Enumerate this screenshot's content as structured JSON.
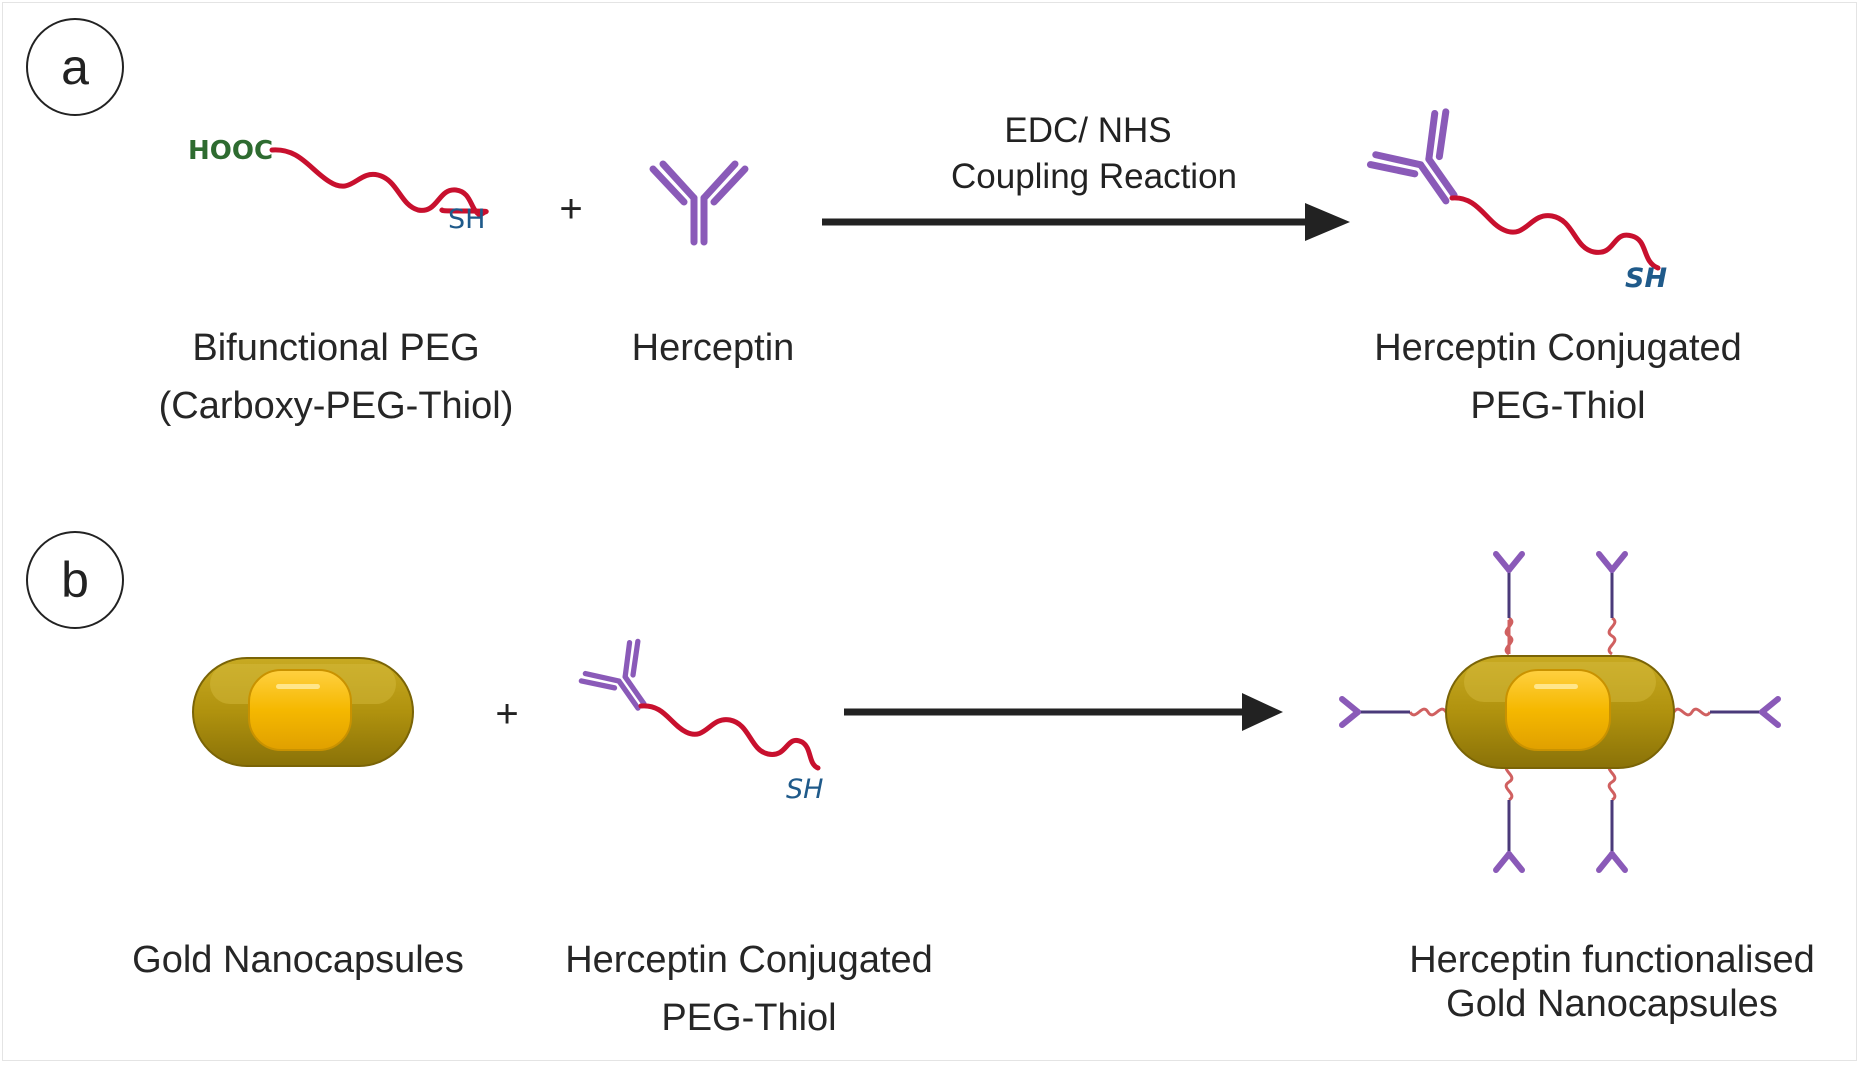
{
  "panels": {
    "a": {
      "badge": "a",
      "peg_cooh": "HOOC",
      "peg_sh": "SH",
      "plus": "+",
      "reagent_line1": "EDC/ NHS",
      "reagent_line2": "Coupling Reaction",
      "product_sh": "SH",
      "label_peg_1": "Bifunctional PEG",
      "label_peg_2": "(Carboxy-PEG-Thiol)",
      "label_herceptin": "Herceptin",
      "label_product_1": "Herceptin Conjugated",
      "label_product_2": "PEG-Thiol"
    },
    "b": {
      "badge": "b",
      "plus": "+",
      "conj_sh": "SH",
      "label_gold": "Gold Nanocapsules",
      "label_conj_1": "Herceptin Conjugated",
      "label_conj_2": "PEG-Thiol",
      "label_product_1": "Herceptin functionalised",
      "label_product_2": "Gold Nanocapsules"
    }
  },
  "colors": {
    "peg_chain": "#c8102e",
    "cooh_text": "#2e6b30",
    "sh_text": "#1f5a8a",
    "antibody": "#8a5ab8",
    "antibody_stem_dark": "#4a3a7a",
    "linker_light": "#d06060",
    "arrow": "#222222",
    "gold_shell": "#b89a10",
    "gold_core": "#f2b800"
  },
  "icons": [
    "antibody-icon",
    "peg-chain-icon",
    "gold-nanocapsule-icon",
    "reaction-arrow-icon"
  ]
}
